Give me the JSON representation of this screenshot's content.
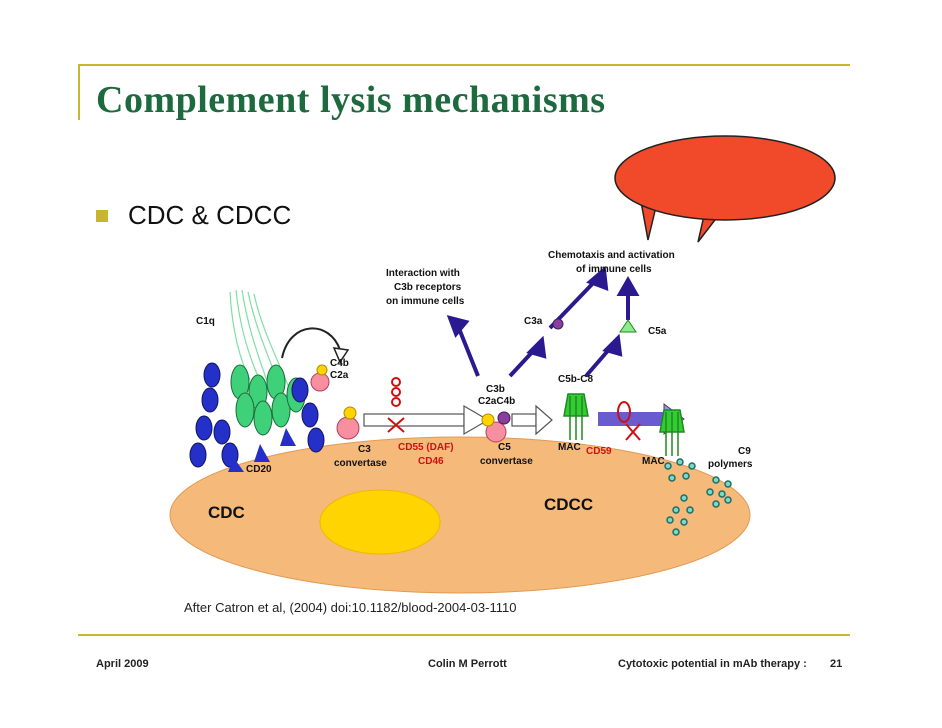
{
  "slide": {
    "title": "Complement lysis mechanisms",
    "bullet": "CDC & CDCC",
    "citation": "After Catron et al, (2004)  doi:10.1182/blood-2004-03-1110"
  },
  "footer": {
    "date": "April 2009",
    "author": "Colin M Perrott",
    "topic": "Cytotoxic potential in mAb therapy :",
    "page": "21"
  },
  "diagram": {
    "cdc": "CDC",
    "cdcc": "CDCC",
    "c1q": "C1q",
    "c4b": "C4b",
    "c2a": "C2a",
    "cd20": "CD20",
    "c3_conv_1": "C3",
    "c3_conv_2": "convertase",
    "cd55": "CD55 (DAF)",
    "cd46": "CD46",
    "c3b_c2a_1": "C3b",
    "c3b_c2a_2": "C2aC4b",
    "c5_conv_1": "C5",
    "c5_conv_2": "convertase",
    "mac1": "MAC",
    "cd59": "CD59",
    "mac2": "MAC",
    "c9_1": "C9",
    "c9_2": "polymers",
    "c3a": "C3a",
    "c5b_c8": "C5b-C8",
    "c5a": "C5a",
    "interaction_1": "Interaction with",
    "interaction_2": "C3b receptors",
    "interaction_3": "on immune cells",
    "chemotaxis_1": "Chemotaxis and activation",
    "chemotaxis_2": "of immune cells"
  },
  "colors": {
    "title": "#1e6a3f",
    "rule": "#c8b630",
    "cell": "#f5b97a",
    "nucleus": "#ffd400",
    "callout": "#f04a2a",
    "arrow": "#2b1a8f",
    "mac": "#33cc33"
  }
}
